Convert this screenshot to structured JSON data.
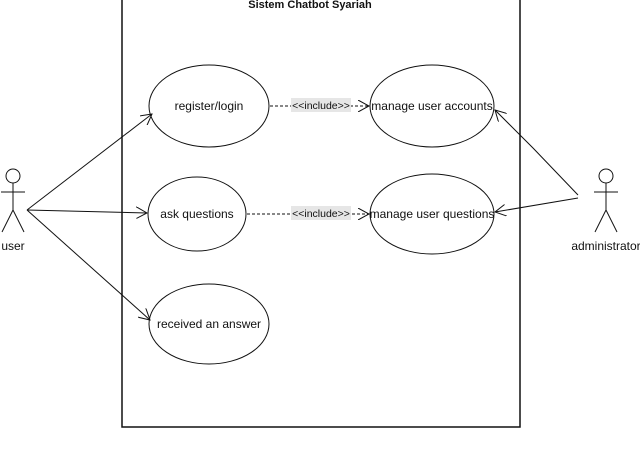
{
  "system": {
    "title": "Sistem Chatbot Syariah"
  },
  "actors": {
    "user": "user",
    "admin": "administrator"
  },
  "use_cases": {
    "register": "register/login",
    "ask": "ask questions",
    "answer": "received an answer",
    "accounts": "manage user accounts",
    "questions": "manage user questions"
  },
  "relations": {
    "include1": "<<include>>",
    "include2": "<<include>>"
  }
}
